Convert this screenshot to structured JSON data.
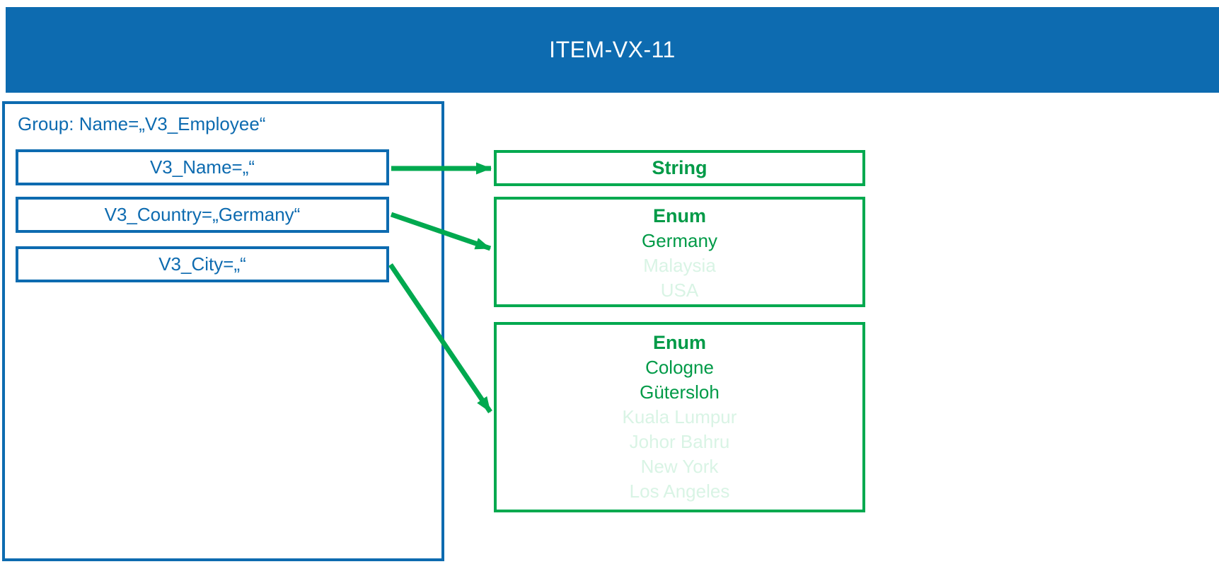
{
  "header": {
    "title": "ITEM-VX-11"
  },
  "group": {
    "label": "Group: Name=„V3_Employee“",
    "fields": [
      {
        "text": "V3_Name=„“"
      },
      {
        "text": "V3_Country=„Germany“"
      },
      {
        "text": "V3_City=„“"
      }
    ]
  },
  "types": [
    {
      "title": "String",
      "items": []
    },
    {
      "title": "Enum",
      "items": [
        {
          "label": "Germany",
          "selected": true
        },
        {
          "label": "Malaysia",
          "selected": false
        },
        {
          "label": "USA",
          "selected": false
        }
      ]
    },
    {
      "title": "Enum",
      "items": [
        {
          "label": "Cologne",
          "selected": true
        },
        {
          "label": "Gütersloh",
          "selected": true
        },
        {
          "label": "Kuala Lumpur",
          "selected": false
        },
        {
          "label": "Johor Bahru",
          "selected": false
        },
        {
          "label": "New York",
          "selected": false
        },
        {
          "label": "Los Angeles",
          "selected": false
        }
      ]
    }
  ],
  "mappings": [
    {
      "from": "V3_Name",
      "to": "String"
    },
    {
      "from": "V3_Country",
      "to": "Enum (countries)"
    },
    {
      "from": "V3_City",
      "to": "Enum (cities)"
    }
  ],
  "colors": {
    "header_blue": "#0d6bb0",
    "box_blue": "#0d6bb0",
    "type_green": "#00a94f",
    "text_green": "#009a47",
    "faded_green": "#d9f4e5",
    "title_text": "#ffffff"
  }
}
